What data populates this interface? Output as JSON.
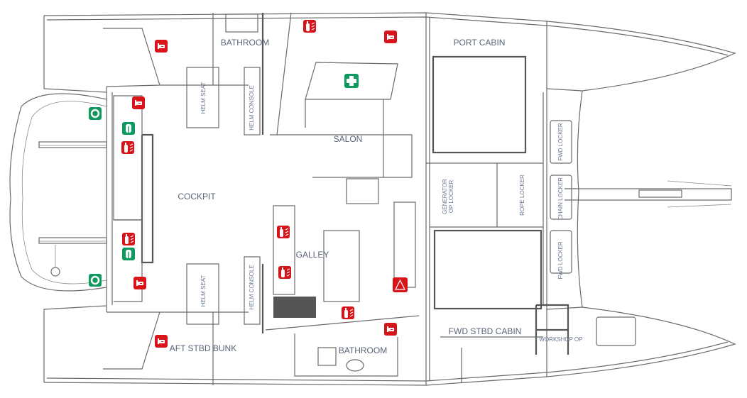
{
  "title": "Catamaran deck layout",
  "rooms": {
    "bathroom_port": "BATHROOM",
    "port_cabin": "PORT CABIN",
    "salon": "SALON",
    "cockpit": "COCKPIT",
    "galley": "GALLEY",
    "aft_stbd_bunk": "AFT STBD BUNK",
    "bathroom_stbd": "BATHROOM",
    "fwd_stbd_cabin": "FWD STBD CABIN",
    "workshop": "WORKSHOP OP"
  },
  "fixtures": {
    "helm_seat_port": "HELM SEAT",
    "helm_seat_stbd": "HELM SEAT",
    "helm_console_port": "HELM CONSOLE",
    "helm_console_stbd": "HELM CONSOLE",
    "generator_line1": "GENERATOR",
    "generator_line2": "OP LOCKER",
    "rope_locker": "ROPE LOCKER",
    "fwd_locker_port": "FWD LOCKER",
    "chain_locker": "CHAIN LOCKER",
    "fwd_locker_stbd": "FWD LOCKER"
  },
  "colors": {
    "safety_red": "#d7141a",
    "safety_green": "#0e9a5e",
    "line": "#6a6a6a",
    "label": "#5a6478"
  }
}
